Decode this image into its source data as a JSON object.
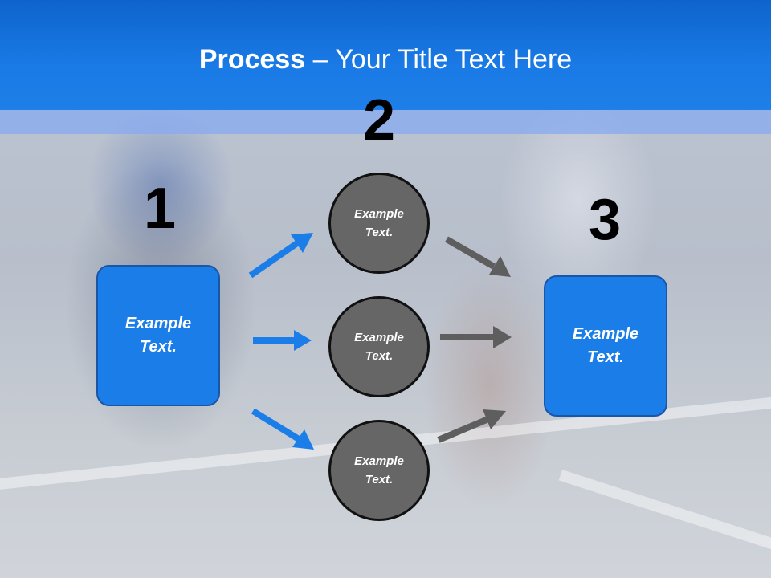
{
  "slide": {
    "title_bold": "Process",
    "title_rest": " – Your Title Text Here"
  },
  "steps": {
    "one": "1",
    "two": "2",
    "three": "3"
  },
  "left_box": {
    "line1": "Example",
    "line2": "Text."
  },
  "right_box": {
    "line1": "Example",
    "line2": "Text."
  },
  "circles": [
    {
      "line1": "Example",
      "line2": "Text."
    },
    {
      "line1": "Example",
      "line2": "Text."
    },
    {
      "line1": "Example",
      "line2": "Text."
    }
  ],
  "colors": {
    "accent": "#1a7de8",
    "header": "#1a7ae6",
    "circle": "#666666",
    "arrow_blue": "#1a7de8",
    "arrow_gray": "#5e5e5e"
  }
}
